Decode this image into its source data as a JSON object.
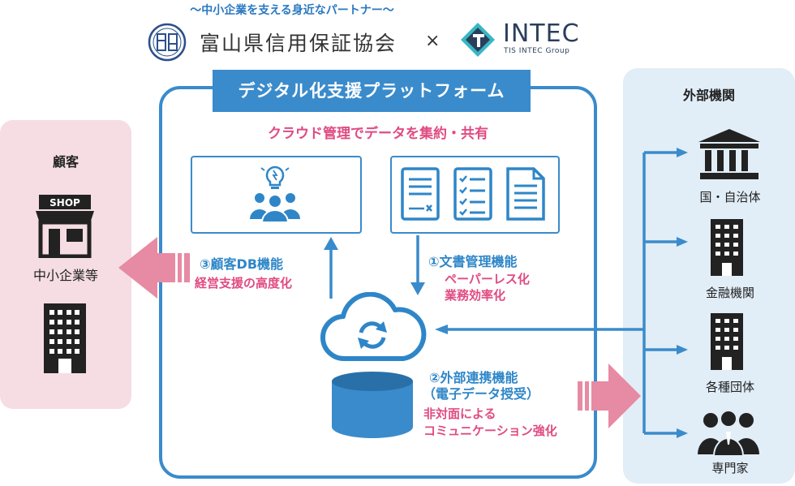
{
  "header": {
    "tagline": "〜中小企業を支える身近なパートナー〜",
    "org_name": "富山県信用保証協会",
    "times": "×",
    "partner_name": "INTEC",
    "partner_sub": "TIS INTEC Group"
  },
  "platform": {
    "title": "デジタル化支援プラットフォーム",
    "subtitle": "クラウド管理でデータを集約・共有"
  },
  "functions": {
    "customer_db": {
      "title": "③顧客DB機能",
      "desc": "経営支援の高度化"
    },
    "document": {
      "title": "①文書管理機能",
      "desc_lines": [
        "ペーパーレス化",
        "業務効率化"
      ]
    },
    "external": {
      "title_lines": [
        "②外部連携機能",
        "（電子データ授受）"
      ],
      "desc_lines": [
        "非対面による",
        "コミュニケーション強化"
      ]
    }
  },
  "customer": {
    "heading": "顧客",
    "shop_sign": "SHOP",
    "label": "中小企業等"
  },
  "external_orgs": {
    "heading": "外部機関",
    "items": [
      {
        "label": "国・自治体",
        "icon": "government-building-icon"
      },
      {
        "label": "金融機関",
        "icon": "office-building-icon"
      },
      {
        "label": "各種団体",
        "icon": "office-building-icon"
      },
      {
        "label": "専門家",
        "icon": "business-people-icon"
      }
    ]
  },
  "colors": {
    "blue": "#3a8bcb",
    "pink": "#e04b82",
    "customer_panel": "#f5dde3",
    "external_panel": "#e1edf7",
    "pink_arrow": "#e78aa3",
    "intec_navy": "#2b3f5c",
    "intec_teal": "#37b7c3"
  }
}
